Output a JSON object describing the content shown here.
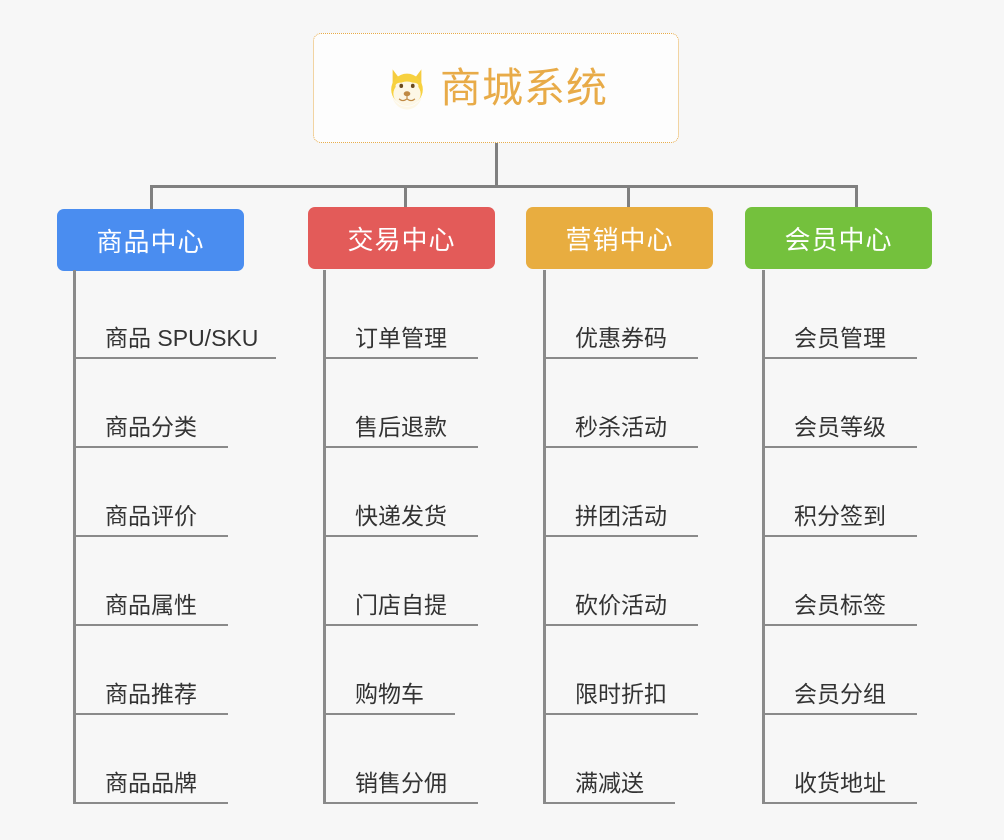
{
  "root": {
    "title": "商城系统",
    "icon": "dog-face-icon",
    "border_color": "#e8ab48",
    "text_color": "#e8ab48"
  },
  "connector_color": "#808080",
  "branches": [
    {
      "id": "product-center",
      "label": "商品中心",
      "color": "#4a8df0",
      "items": [
        "商品 SPU/SKU",
        "商品分类",
        "商品评价",
        "商品属性",
        "商品推荐",
        "商品品牌"
      ]
    },
    {
      "id": "trade-center",
      "label": "交易中心",
      "color": "#e35b59",
      "items": [
        "订单管理",
        "售后退款",
        "快递发货",
        "门店自提",
        "购物车",
        "销售分佣"
      ]
    },
    {
      "id": "marketing-center",
      "label": "营销中心",
      "color": "#e8ad40",
      "items": [
        "优惠券码",
        "秒杀活动",
        "拼团活动",
        "砍价活动",
        "限时折扣",
        "满减送"
      ]
    },
    {
      "id": "member-center",
      "label": "会员中心",
      "color": "#74c13d",
      "items": [
        "会员管理",
        "会员等级",
        "积分签到",
        "会员标签",
        "会员分组",
        "收货地址"
      ]
    }
  ]
}
